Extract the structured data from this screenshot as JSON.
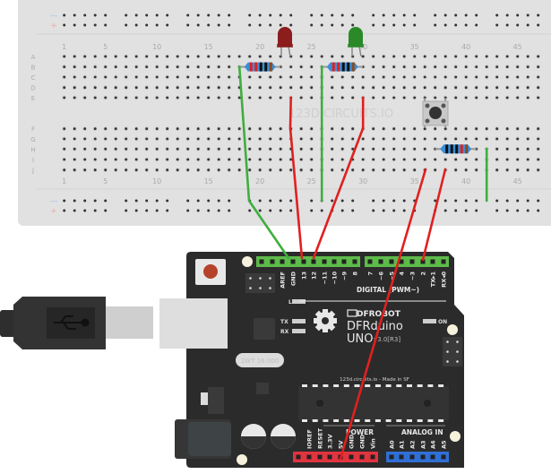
{
  "breadboard": {
    "watermark": "123D.CIRCUITS.IO",
    "row_letters_top": [
      "A",
      "B",
      "C",
      "D",
      "E"
    ],
    "row_letters_bottom": [
      "F",
      "G",
      "H",
      "I",
      "J"
    ],
    "column_numbers": [
      "1",
      "5",
      "10",
      "15",
      "20",
      "25",
      "30",
      "35",
      "40",
      "45"
    ],
    "rail_minus": "—",
    "rail_plus": "+",
    "colors": {
      "board": "#e1e1e1",
      "hole": "#333333",
      "minus": "#9ec3e6",
      "plus": "#f2a9a9"
    }
  },
  "components": {
    "led_red": {
      "color": "#8b1d1d"
    },
    "led_green": {
      "color": "#2a8a2a"
    },
    "pushbutton": {
      "color": "#bdbdbd"
    }
  },
  "wires": {
    "red": "#e02020",
    "green": "#3fae3f"
  },
  "arduino": {
    "brand": "DFROBOT",
    "model_line1": "DFRduino",
    "model_line2": "UNO",
    "version": "v3.0[R3]",
    "crystal": "2WT 16.000",
    "footer": "123d.circuits.io - Made in SF",
    "digital_label": "DIGITAL (PWM~)",
    "digital_pins_left": [
      "AREF",
      "GND",
      "13",
      "12",
      "~11",
      "~10",
      "~9",
      "8"
    ],
    "digital_pins_right": [
      "7",
      "~6",
      "~5",
      "4",
      "~3",
      "2",
      "TX▸1",
      "RX◂0"
    ],
    "led_labels": {
      "l": "L",
      "tx": "TX",
      "rx": "RX",
      "on": "ON"
    },
    "power_label": "POWER",
    "power_pins": [
      "IOREF",
      "RESET",
      "3.3V",
      "5V",
      "GND",
      "GND",
      "Vin"
    ],
    "analog_label": "ANALOG IN",
    "analog_pins": [
      "A0",
      "A1",
      "A2",
      "A3",
      "A4",
      "A5"
    ],
    "colors": {
      "board": "#2b2b2b",
      "digital_header": "#5dbb4a",
      "power_header": "#e0343f",
      "analog_header": "#2f6fd6"
    }
  }
}
